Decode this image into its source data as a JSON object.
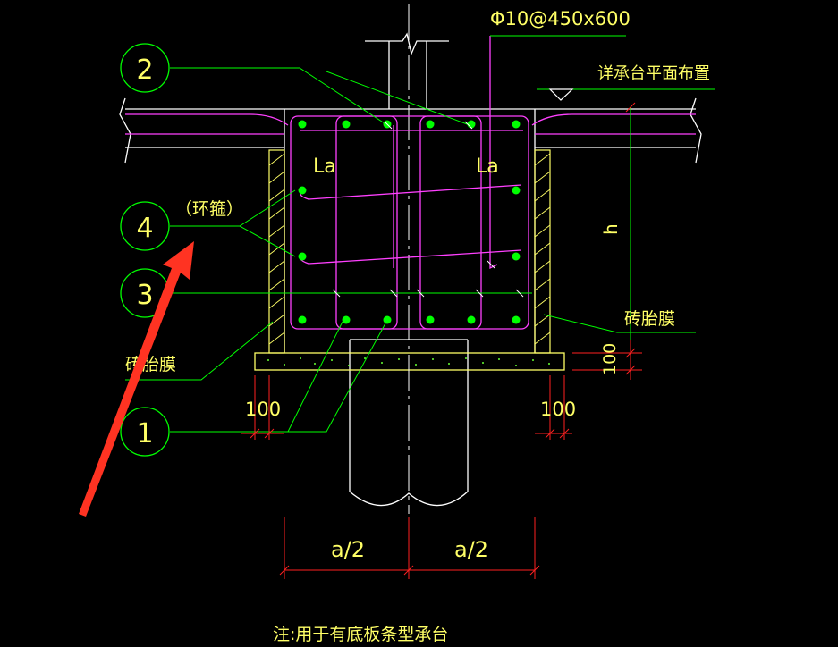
{
  "colors": {
    "background": "#000000",
    "outline": "#ffffff",
    "leader": "#00ff00",
    "rebar": "#ff40ff",
    "dot": "#00ff00",
    "text": "#ffff66",
    "dim": "#ff2020",
    "arrow": "#ff3322"
  },
  "labels": {
    "top_note": "Φ10@450x600",
    "platform_note": "详承台平面布置",
    "la_left": "La",
    "la_right": "La",
    "height": "h",
    "brick_right": "砖胎膜",
    "brick_left": "砖胎膜",
    "hoop": "（环箍）",
    "dim_100_left": "100",
    "dim_100_right": "100",
    "dim_100_vert": "100",
    "half_left": "a/2",
    "half_right": "a/2",
    "footnote": "注:用于有底板条型承台"
  },
  "callouts": {
    "c1": "1",
    "c2": "2",
    "c3": "3",
    "c4": "4"
  }
}
